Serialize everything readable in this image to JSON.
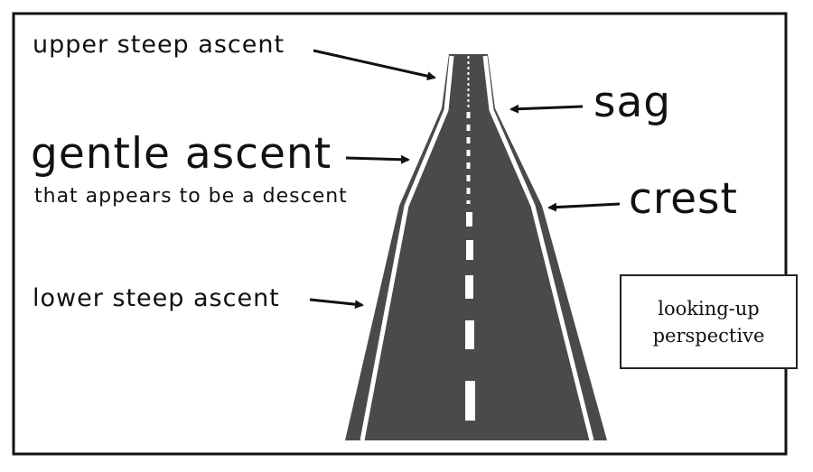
{
  "labels": {
    "upper_steep_ascent": "upper steep ascent",
    "gentle_ascent": "gentle ascent",
    "gentle_ascent_sub": "that appears to be a descent",
    "lower_steep_ascent": "lower steep ascent",
    "sag": "sag",
    "crest": "crest"
  },
  "note": {
    "line1": "looking-up",
    "line2": "perspective"
  },
  "colors": {
    "road": "#4a4a4a",
    "outline": "#111111",
    "line_marking": "#ffffff",
    "background": "#ffffff"
  }
}
